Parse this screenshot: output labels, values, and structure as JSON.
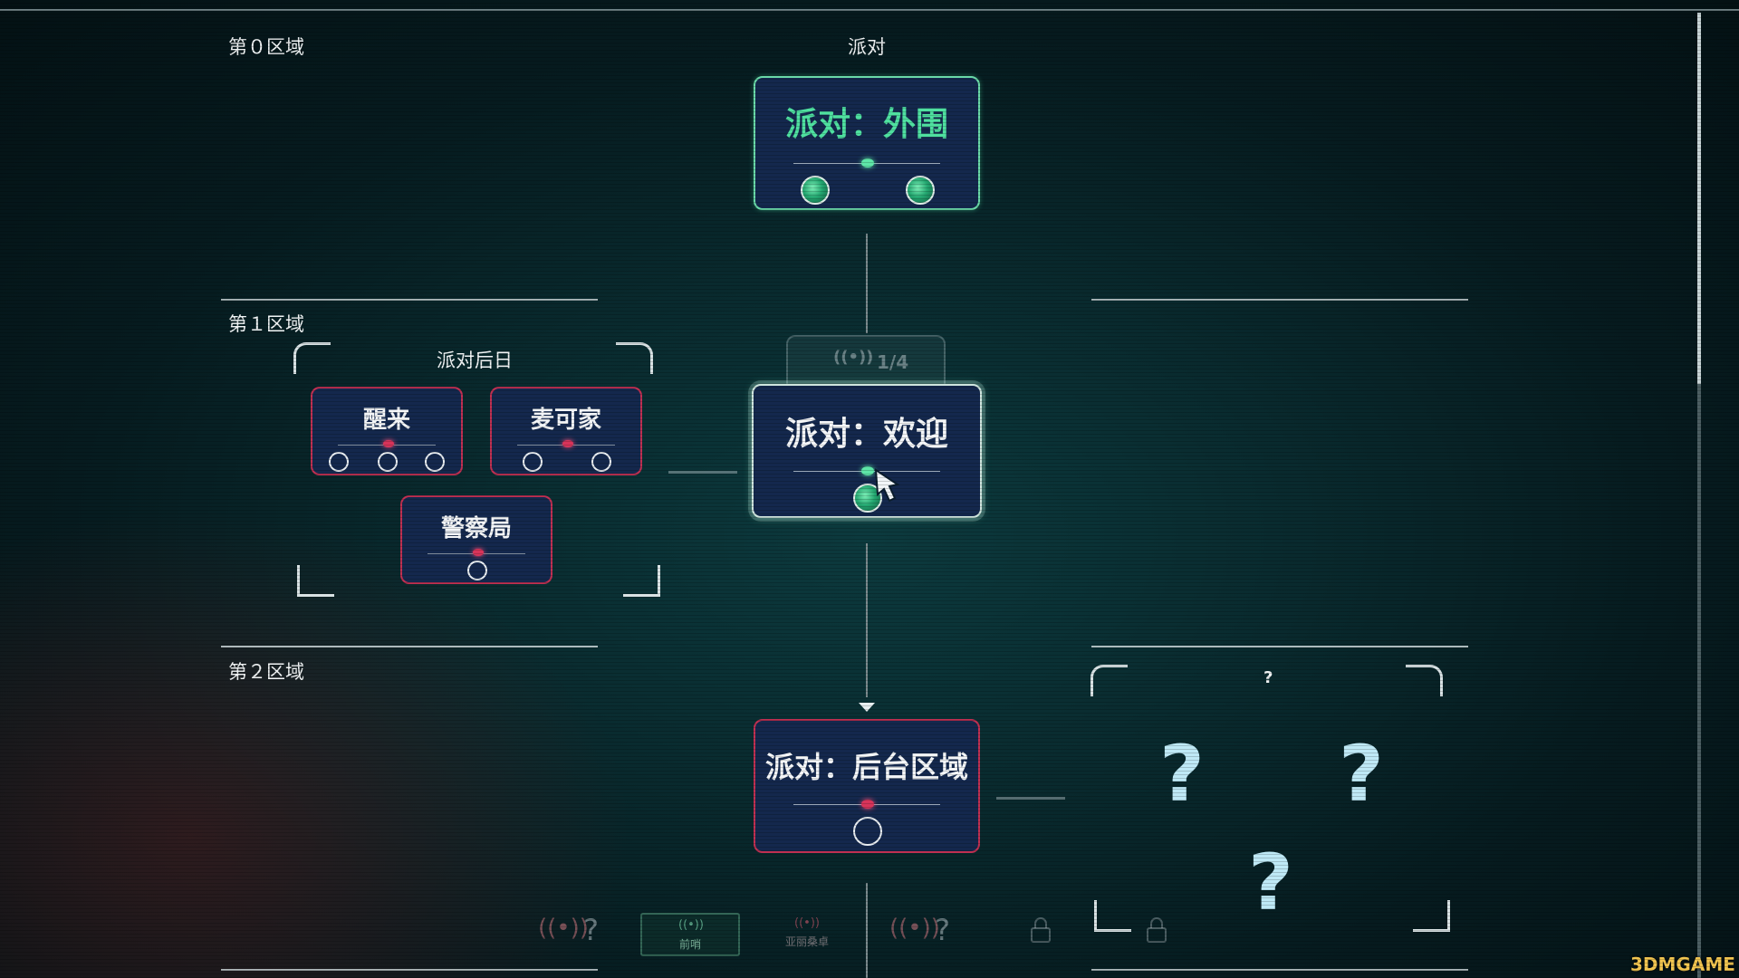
{
  "zones": {
    "zone0": "第０区域",
    "zone1": "第１区域",
    "zone2": "第２区域"
  },
  "column_title": "派对",
  "nodes": {
    "outer": {
      "title": "派对：外围"
    },
    "welcome": {
      "title": "派对：欢迎"
    },
    "backstage": {
      "title": "派对：后台区域"
    }
  },
  "hidden_card": {
    "progress": "1/4"
  },
  "side_group": {
    "title": "派对后日",
    "nodes": [
      {
        "title": "醒来"
      },
      {
        "title": "麦可家"
      },
      {
        "title": "警察局"
      }
    ]
  },
  "unknown_group": {
    "title": "?",
    "marks": [
      "?",
      "?",
      "?"
    ]
  },
  "bottom_bar": {
    "unknown1": "?",
    "btn1_label": "前哨",
    "item2_label": "亚丽桑卓",
    "unknown2": "?"
  },
  "watermark": "3DMGAME",
  "colors": {
    "unlocked_border": "#6ad9a8",
    "locked_border": "#c03052",
    "card_fill": "#14284d"
  }
}
